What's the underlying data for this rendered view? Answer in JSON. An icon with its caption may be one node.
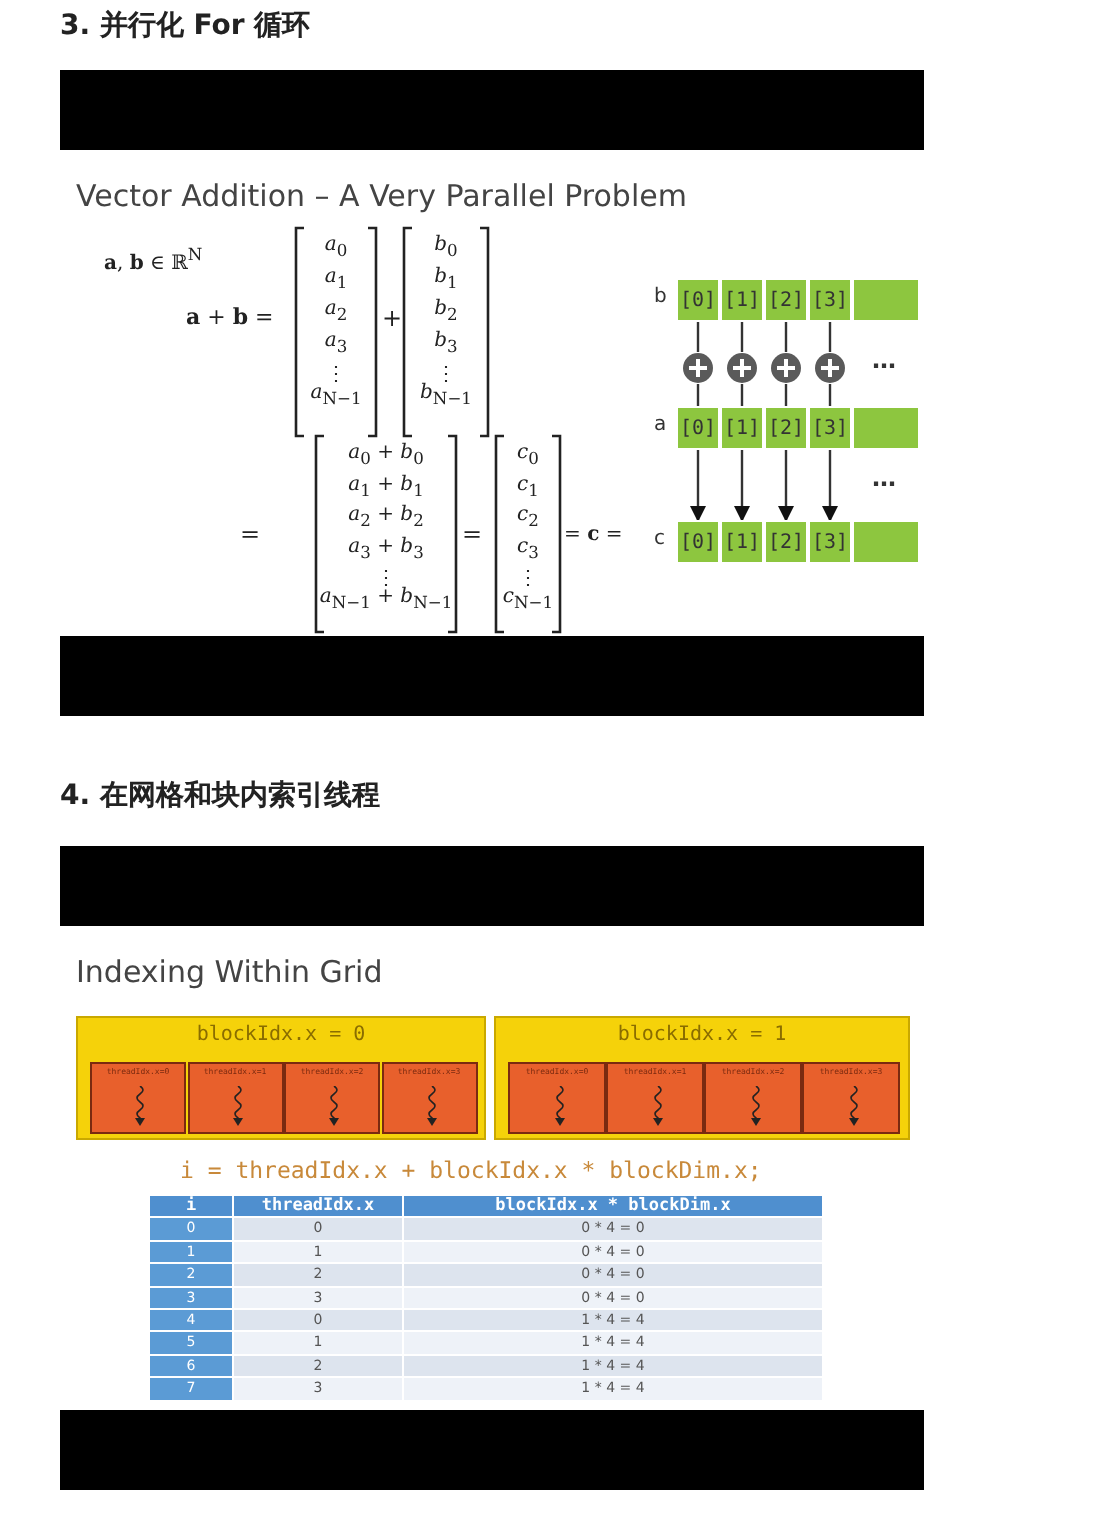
{
  "diagram": {
    "nodes": [
      {
        "text": [
          "[0]"
        ]
      },
      {
        "text": [
          "[1]"
        ]
      },
      {
        "text": [
          "[2]"
        ]
      },
      {
        "text": [
          "[3]"
        ]
      },
      {
        "text": [],
        "shape": "box"
      },
      {
        "text": [],
        "shape": "circle"
      },
      {
        "text": [],
        "shape": "circle"
      },
      {
        "text": [],
        "shape": "circle"
      },
      {
        "text": [],
        "shape": "circle"
      },
      {
        "text": [
          "[0]"
        ]
      },
      {
        "text": [
          "[1]"
        ]
      },
      {
        "text": [
          "[2]"
        ]
      },
      {
        "text": [
          "[3]"
        ]
      },
      {
        "text": [],
        "shape": "box"
      },
      {
        "text": [
          "[0]"
        ]
      },
      {
        "text": [
          "[1]"
        ]
      },
      {
        "text": [
          "[2]"
        ]
      },
      {
        "text": [
          "[3]"
        ]
      },
      {
        "text": [],
        "shape": "box"
      },
      {
        "text": [
          "blockIdx.x = 0"
        ]
      },
      {
        "text": [
          "threadIdx.x=0"
        ],
        "in": 19
      },
      {
        "text": [
          "threadIdx.x=1"
        ],
        "in": 19
      },
      {
        "text": [
          "threadIdx.x=2"
        ],
        "in": 19
      },
      {
        "text": [
          "threadIdx.x=3"
        ],
        "in": 19
      },
      {
        "text": [
          "blockIdx.x = 1"
        ]
      },
      {
        "text": [
          "threadIdx.x=0"
        ],
        "in": 24
      },
      {
        "text": [
          "threadIdx.x=1"
        ],
        "in": 24
      },
      {
        "text": [
          "threadIdx.x=2"
        ],
        "in": 24
      },
      {
        "text": [
          "threadIdx.x=3"
        ],
        "in": 24
      }
    ],
    "edges": [
      {
        "from": 0,
        "to": 5,
        "arrow": "none"
      },
      {
        "from": 5,
        "to": 9,
        "arrow": "none"
      },
      {
        "from": 9,
        "to": 14,
        "arrow": "to"
      },
      {
        "from": 1,
        "to": 6,
        "arrow": "none"
      },
      {
        "from": 6,
        "to": 10,
        "arrow": "none"
      },
      {
        "from": 10,
        "to": 15,
        "arrow": "to"
      },
      {
        "from": 2,
        "to": 7,
        "arrow": "none"
      },
      {
        "from": 7,
        "to": 11,
        "arrow": "none"
      },
      {
        "from": 11,
        "to": 16,
        "arrow": "to"
      },
      {
        "from": 3,
        "to": 8,
        "arrow": "none"
      },
      {
        "from": 8,
        "to": 12,
        "arrow": "none"
      },
      {
        "from": 12,
        "to": 17,
        "arrow": "to"
      }
    ],
    "labels": [
      "3. 并行化 For 循环",
      "Vector Addition – A Very Parallel Problem",
      "**a**, **b** ∈ ℝ$^{N}$",
      "**a** + **b** =",
      "*a*$_{0}$",
      "*a*$_{1}$",
      "*a*$_{2}$",
      "*a*$_{3}$",
      "⋮",
      "*a*$_{N−1}$",
      "+",
      "*b*$_{0}$",
      "*b*$_{1}$",
      "*b*$_{2}$",
      "*b*$_{3}$",
      "⋮",
      "*b*$_{N−1}$",
      "=",
      "*a*$_{0}$ + *b*$_{0}$",
      "*a*$_{1}$ + *b*$_{1}$",
      "*a*$_{2}$ + *b*$_{2}$",
      "*a*$_{3}$ + *b*$_{3}$",
      "⋮",
      "*a*$_{N−1}$ + *b*$_{N−1}$",
      "=",
      "*c*$_{0}$",
      "*c*$_{1}$",
      "*c*$_{2}$",
      "*c*$_{3}$",
      "⋮",
      "*c*$_{N−1}$",
      "= **c** =",
      "b",
      "…",
      "a",
      "…",
      "c",
      "4. 在网格和块内索引线程",
      "Indexing Within Grid",
      "i = threadIdx.x + blockIdx.x * blockDim.x;",
      "i",
      "threadIdx.x",
      "blockIdx.x * blockDim.x",
      "0",
      "0",
      "0 * 4 = 0",
      "1",
      "1",
      "0 * 4 = 0",
      "2",
      "2",
      "0 * 4 = 0",
      "3",
      "3",
      "0 * 4 = 0",
      "4",
      "0",
      "1 * 4 = 4",
      "5",
      "1",
      "1 * 4 = 4",
      "6",
      "2",
      "1 * 4 = 4",
      "7",
      "3",
      "1 * 4 = 4"
    ]
  }
}
